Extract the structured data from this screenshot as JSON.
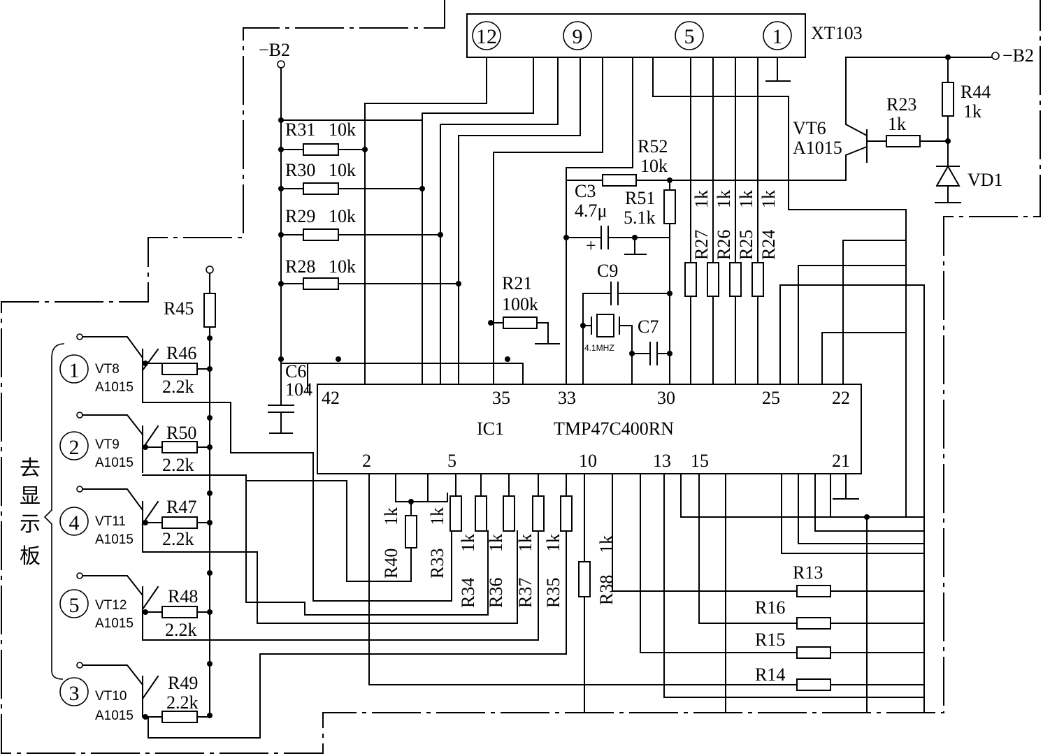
{
  "connector": {
    "name": "XT103",
    "pins": [
      "12",
      "9",
      "5",
      "1"
    ]
  },
  "ic": {
    "ref": "IC1",
    "part": "TMP47C400RN",
    "top_pins": [
      "42",
      "35",
      "33",
      "30",
      "25",
      "22"
    ],
    "bottom_pins": [
      "2",
      "5",
      "10",
      "13",
      "15",
      "21"
    ]
  },
  "supply": {
    "left": "−B2",
    "right": "−B2"
  },
  "left_resistors": [
    {
      "ref": "R31",
      "value": "10k"
    },
    {
      "ref": "R30",
      "value": "10k"
    },
    {
      "ref": "R29",
      "value": "10k"
    },
    {
      "ref": "R28",
      "value": "10k"
    }
  ],
  "r21": {
    "ref": "R21",
    "value": "100k"
  },
  "r52": {
    "ref": "R52",
    "value": "10k"
  },
  "r51": {
    "ref": "R51",
    "value": "5.1k"
  },
  "c3": {
    "ref": "C3",
    "value": "4.7μ"
  },
  "c9": {
    "ref": "C9"
  },
  "c7": {
    "ref": "C7"
  },
  "crystal": {
    "label": "4.1MHZ"
  },
  "c6": {
    "ref": "C6",
    "value": "104"
  },
  "top_vertical_resistors": [
    {
      "ref": "R27",
      "value": "1k"
    },
    {
      "ref": "R26",
      "value": "1k"
    },
    {
      "ref": "R25",
      "value": "1k"
    },
    {
      "ref": "R24",
      "value": "1k"
    }
  ],
  "vt6": {
    "ref": "VT6",
    "type": "A1015"
  },
  "r23": {
    "ref": "R23",
    "value": "1k"
  },
  "r44": {
    "ref": "R44",
    "value": "1k"
  },
  "vd1": {
    "ref": "VD1"
  },
  "r45": {
    "ref": "R45"
  },
  "drivers": [
    {
      "num": "1",
      "vt": "VT8",
      "type": "A1015",
      "r": "R46",
      "rv": "2.2k"
    },
    {
      "num": "2",
      "vt": "VT9",
      "type": "A1015",
      "r": "R50",
      "rv": "2.2k"
    },
    {
      "num": "4",
      "vt": "VT11",
      "type": "A1015",
      "r": "R47",
      "rv": "2.2k"
    },
    {
      "num": "5",
      "vt": "VT12",
      "type": "A1015",
      "r": "R48",
      "rv": "2.2k"
    },
    {
      "num": "3",
      "vt": "VT10",
      "type": "A1015",
      "r": "R49",
      "rv": "2.2k"
    }
  ],
  "display_label": [
    "去",
    "显",
    "示",
    "板"
  ],
  "bottom_vertical_resistors": [
    {
      "ref": "R40",
      "value": "1k"
    },
    {
      "ref": "R33",
      "value": "1k"
    },
    {
      "ref": "R34",
      "value": "1k"
    },
    {
      "ref": "R36",
      "value": "1k"
    },
    {
      "ref": "R37",
      "value": "1k"
    },
    {
      "ref": "R35",
      "value": "1k"
    },
    {
      "ref": "R38",
      "value": "1k"
    }
  ],
  "right_resistors": [
    {
      "ref": "R13"
    },
    {
      "ref": "R16"
    },
    {
      "ref": "R15"
    },
    {
      "ref": "R14"
    }
  ]
}
